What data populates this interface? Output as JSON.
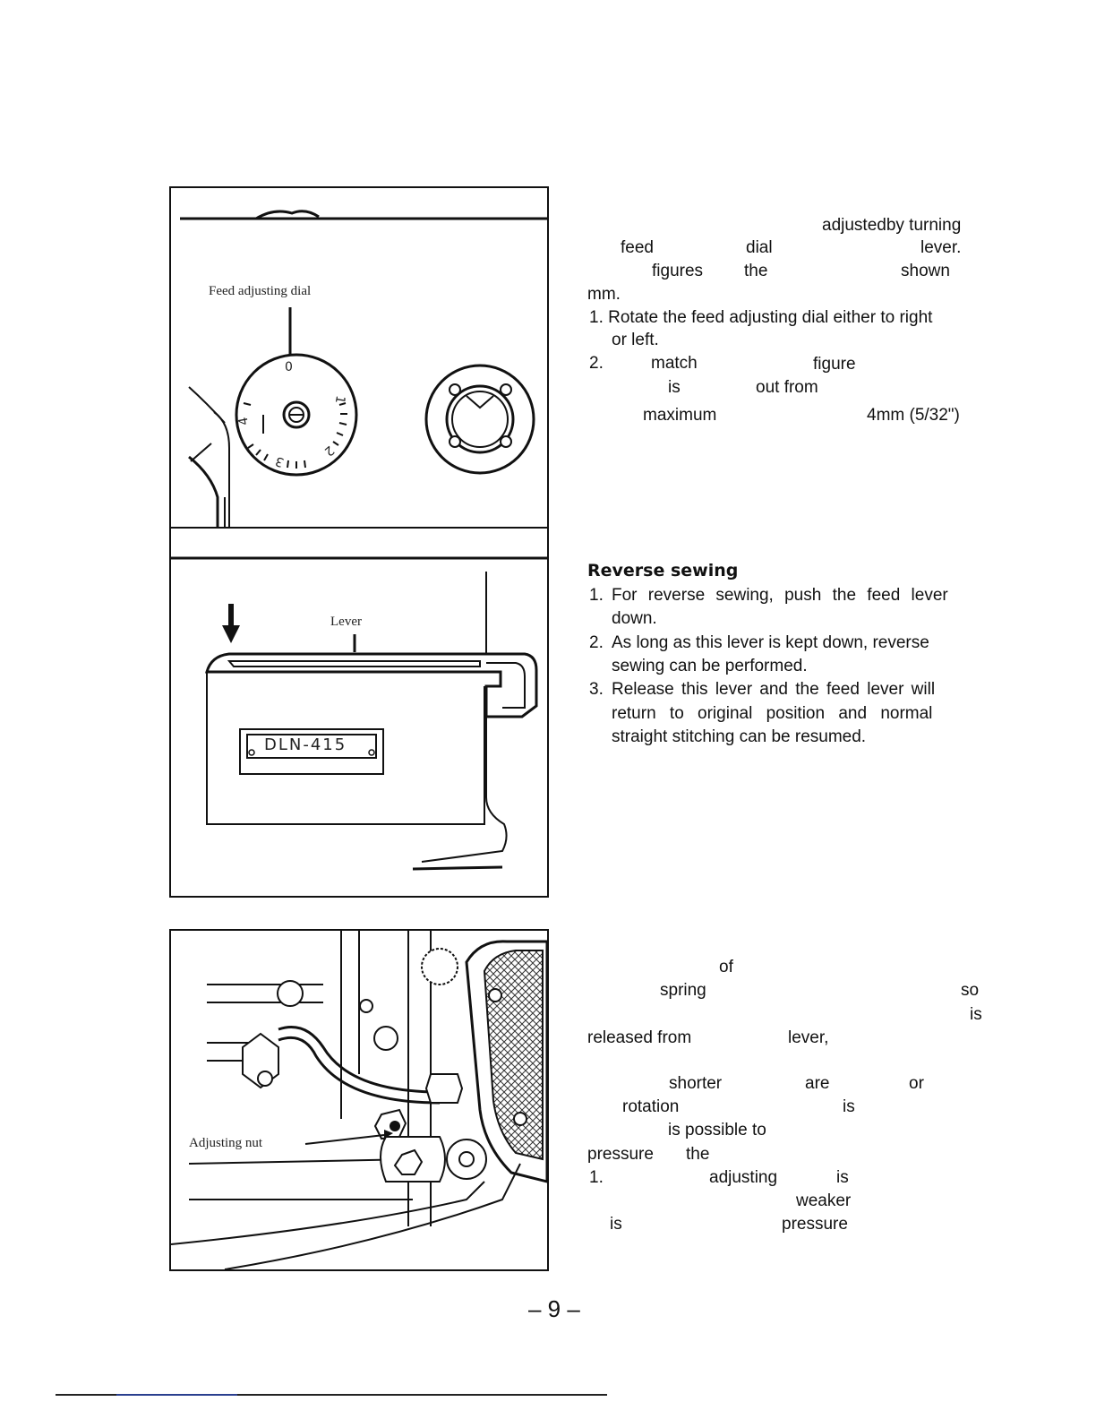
{
  "figure1": {
    "caption": "Feed adjusting dial",
    "dial_marks": [
      "0",
      "1",
      "2",
      "3",
      "4"
    ]
  },
  "figure2": {
    "caption": "Lever",
    "plate_text": "DLN-415"
  },
  "figure3": {
    "caption": "Adjusting nut"
  },
  "section1": {
    "lines": [
      "adjustedby turning",
      "feed",
      "dial",
      "lever.",
      "figures",
      "the",
      "shown",
      "mm.",
      "1.  Rotate the feed adjusting dial either to right",
      "or left.",
      "2.",
      "match",
      "figure",
      "is",
      "out from",
      "maximum",
      "4mm (5/32\")"
    ]
  },
  "section2": {
    "heading": "Reverse sewing",
    "items": [
      {
        "num": "1.",
        "lines": [
          "For reverse sewing, push the feed lever",
          "down."
        ]
      },
      {
        "num": "2.",
        "lines": [
          "As long as this lever is kept down, reverse",
          "sewing can be performed."
        ]
      },
      {
        "num": "3.",
        "lines": [
          "Release this lever and the feed lever will",
          "return to original position and normal",
          "straight stitching can be resumed."
        ]
      }
    ]
  },
  "section3": {
    "fragments": [
      "of",
      "spring",
      "so",
      "is",
      "released from",
      "lever,",
      "shorter",
      "are",
      "or",
      "rotation",
      "is",
      "is possible to",
      "pressure",
      "the",
      "1.",
      "adjusting",
      "is",
      "weaker",
      "is",
      "pressure"
    ]
  },
  "page_number": "– 9 –"
}
